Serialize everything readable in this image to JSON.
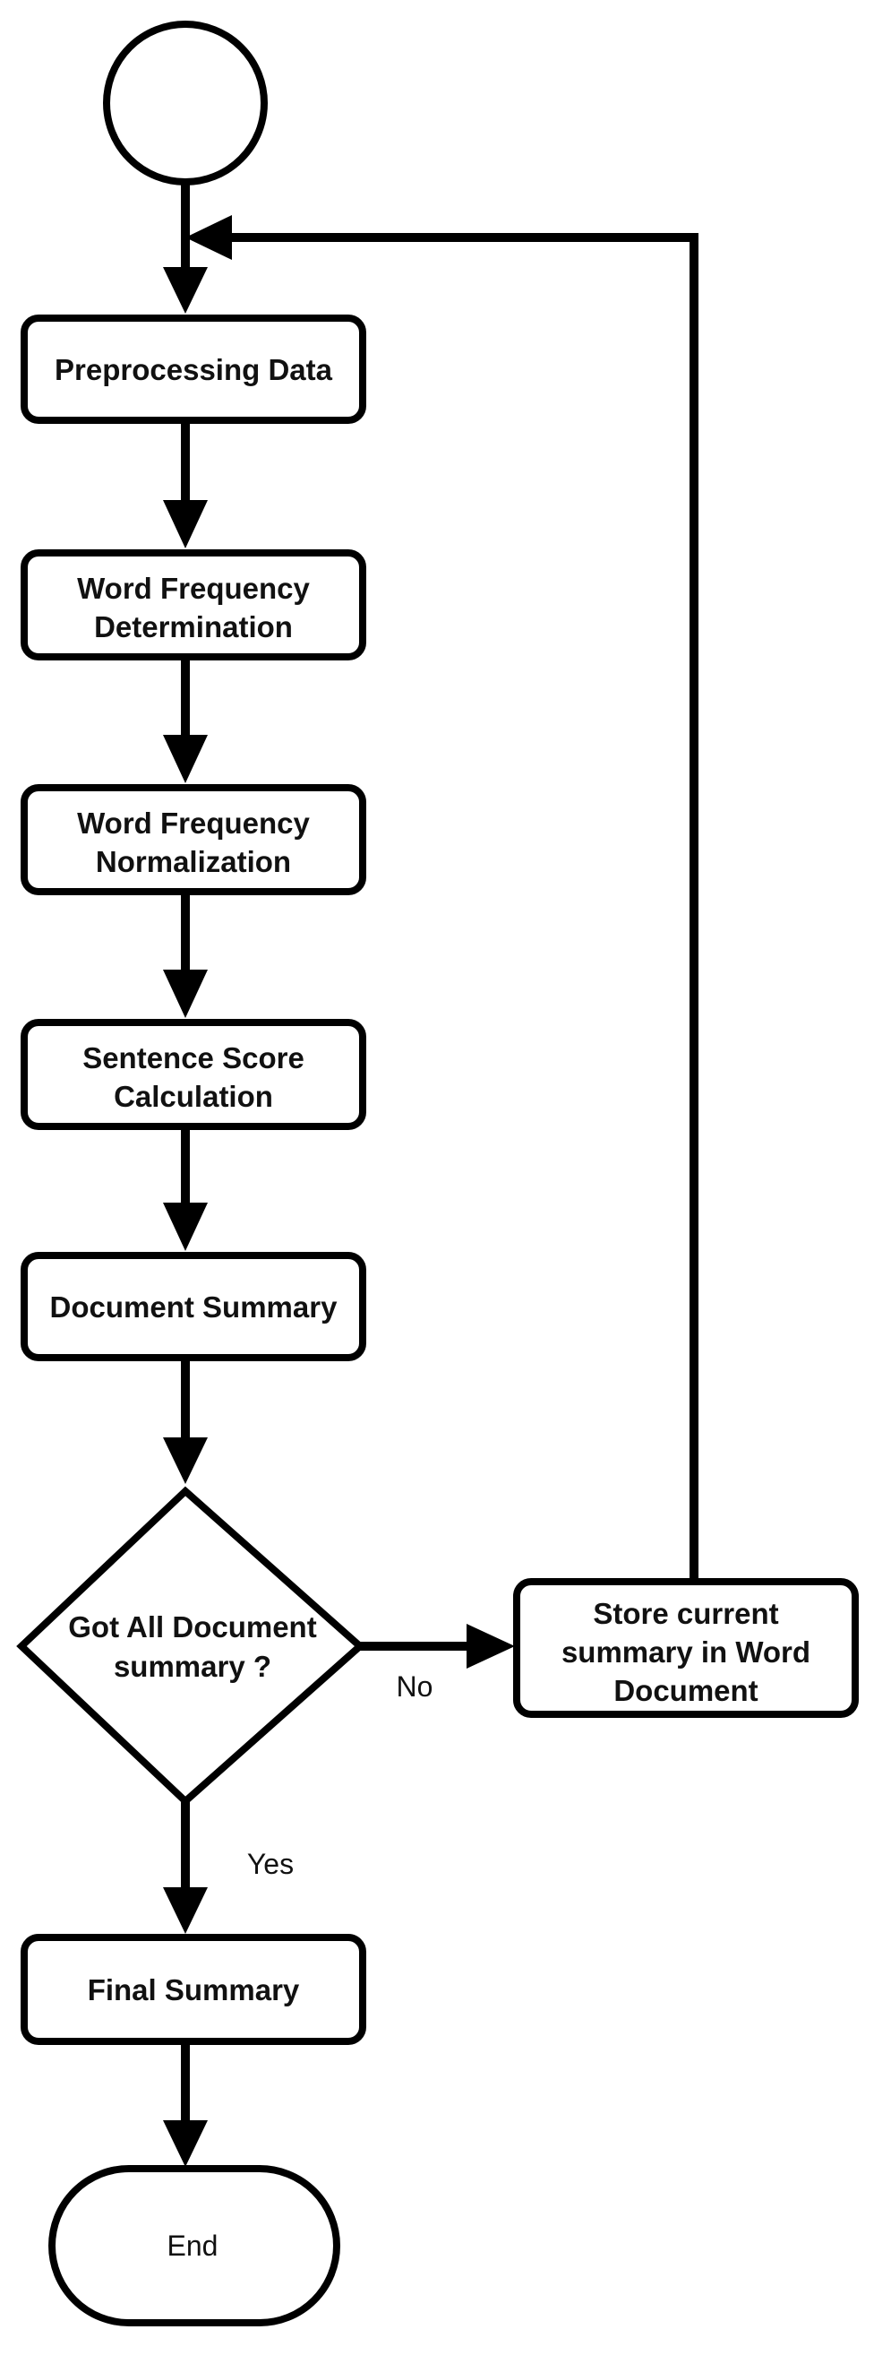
{
  "diagram": {
    "nodes": {
      "start": {
        "label": ""
      },
      "preprocessing": {
        "lines": [
          "Preprocessing Data"
        ]
      },
      "word_freq_det": {
        "lines": [
          "Word Frequency",
          "Determination"
        ]
      },
      "word_freq_norm": {
        "lines": [
          "Word Frequency",
          "Normalization"
        ]
      },
      "sentence_score": {
        "lines": [
          "Sentence Score",
          "Calculation"
        ]
      },
      "doc_summary": {
        "lines": [
          "Document Summary"
        ]
      },
      "decision": {
        "lines": [
          "Got All Document",
          "summary ?"
        ]
      },
      "store": {
        "lines": [
          "Store current",
          "summary in Word",
          "Document"
        ]
      },
      "final_summary": {
        "lines": [
          "Final Summary"
        ]
      },
      "end": {
        "label": "End"
      }
    },
    "edges": {
      "no_label": "No",
      "yes_label": "Yes"
    }
  }
}
